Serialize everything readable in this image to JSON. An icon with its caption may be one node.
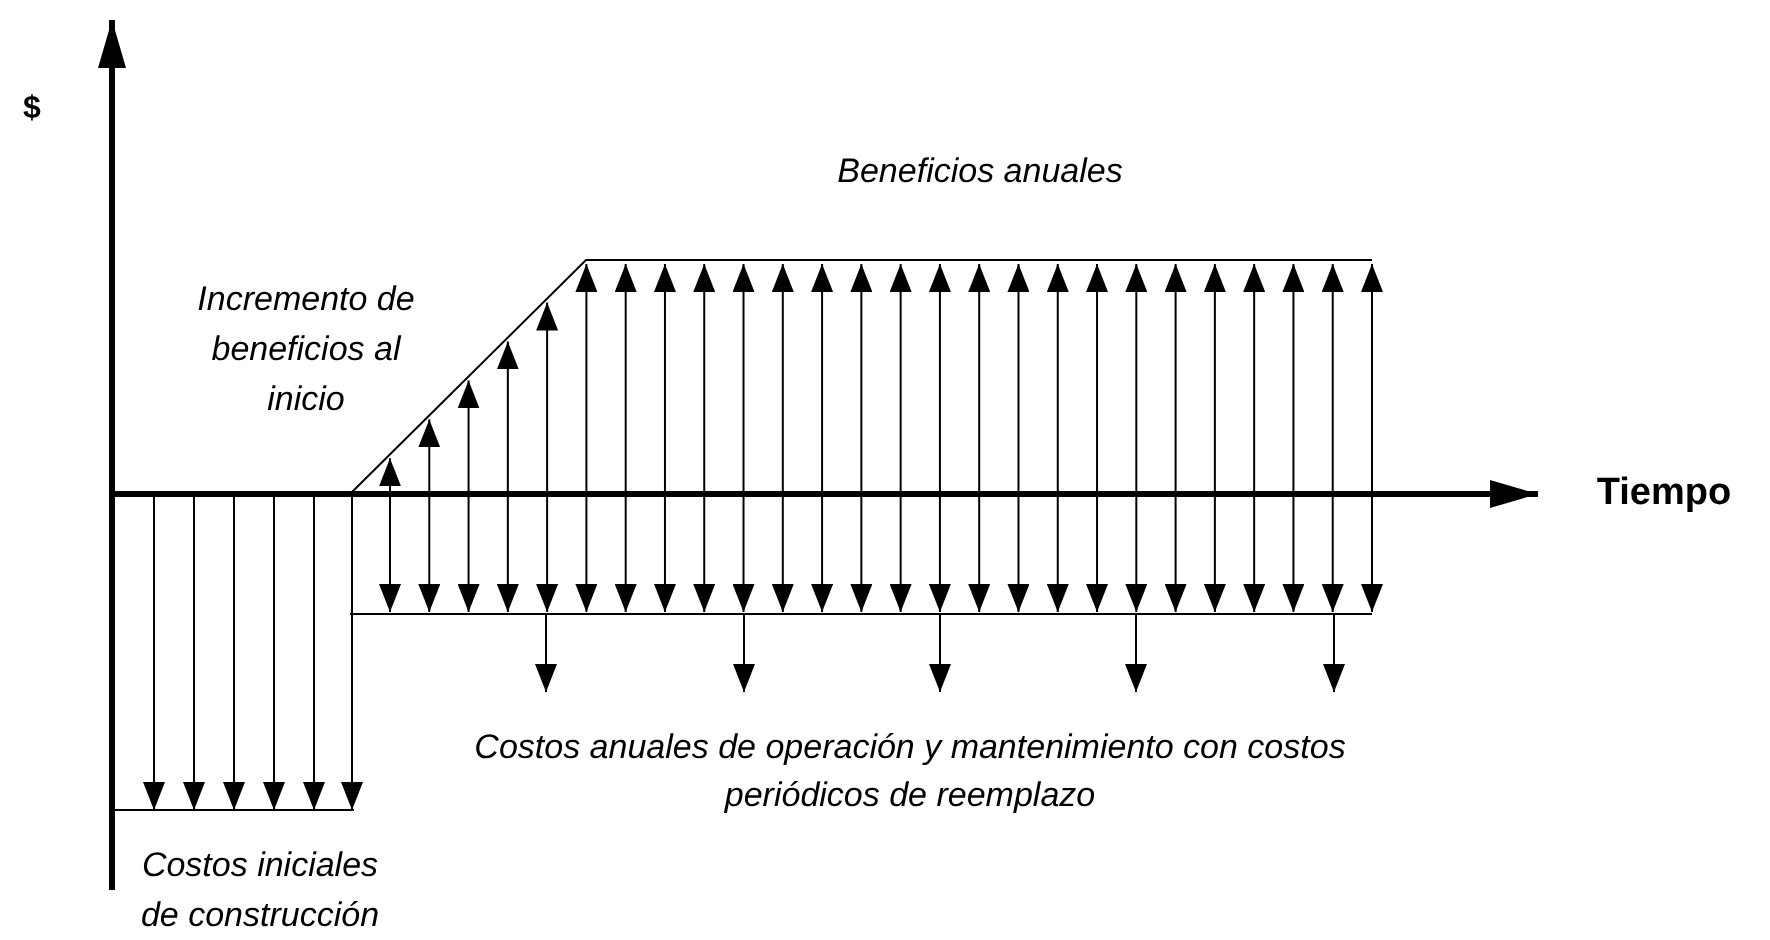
{
  "diagram": {
    "labels": [
      "$",
      "Incremento de beneficios al inicio",
      "Beneficios anuales",
      "Tiempo",
      "Costos anuales de operación y mantenimiento con costos periódicos de reemplazo",
      "Costos iniciales de construcción"
    ]
  }
}
